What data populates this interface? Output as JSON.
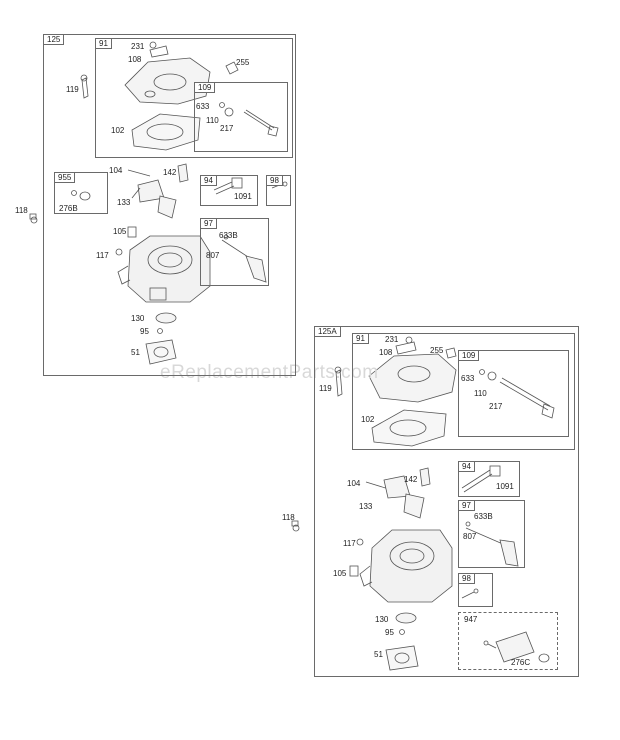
{
  "watermark": "eReplacementParts.com",
  "assembly_125": {
    "tag": "125",
    "sub_91": {
      "tag": "91",
      "labels": [
        "231",
        "108",
        "255",
        "102"
      ]
    },
    "sub_109": {
      "tag": "109",
      "labels": [
        "633",
        "110",
        "217"
      ]
    },
    "sub_955": {
      "tag": "955",
      "labels": [
        "276B"
      ]
    },
    "sub_94": {
      "tag": "94",
      "labels": [
        "1091"
      ]
    },
    "sub_98": {
      "tag": "98"
    },
    "sub_97": {
      "tag": "97",
      "labels": [
        "633B",
        "807"
      ]
    },
    "loose_labels": [
      "119",
      "104",
      "142",
      "133",
      "105",
      "117",
      "130",
      "95",
      "51"
    ]
  },
  "left_loose": {
    "label": "118"
  },
  "mid_loose": {
    "label": "118"
  },
  "assembly_125A": {
    "tag": "125A",
    "sub_91": {
      "tag": "91",
      "labels": [
        "231",
        "108",
        "255",
        "102"
      ]
    },
    "sub_109": {
      "tag": "109",
      "labels": [
        "633",
        "110",
        "217"
      ]
    },
    "sub_94": {
      "tag": "94",
      "labels": [
        "1091"
      ]
    },
    "sub_97": {
      "tag": "97",
      "labels": [
        "633B",
        "807"
      ]
    },
    "sub_98": {
      "tag": "98"
    },
    "sub_947": {
      "tag": "947",
      "labels": [
        "276C"
      ]
    },
    "loose_labels": [
      "119",
      "104",
      "142",
      "133",
      "117",
      "105",
      "130",
      "95",
      "51"
    ]
  }
}
